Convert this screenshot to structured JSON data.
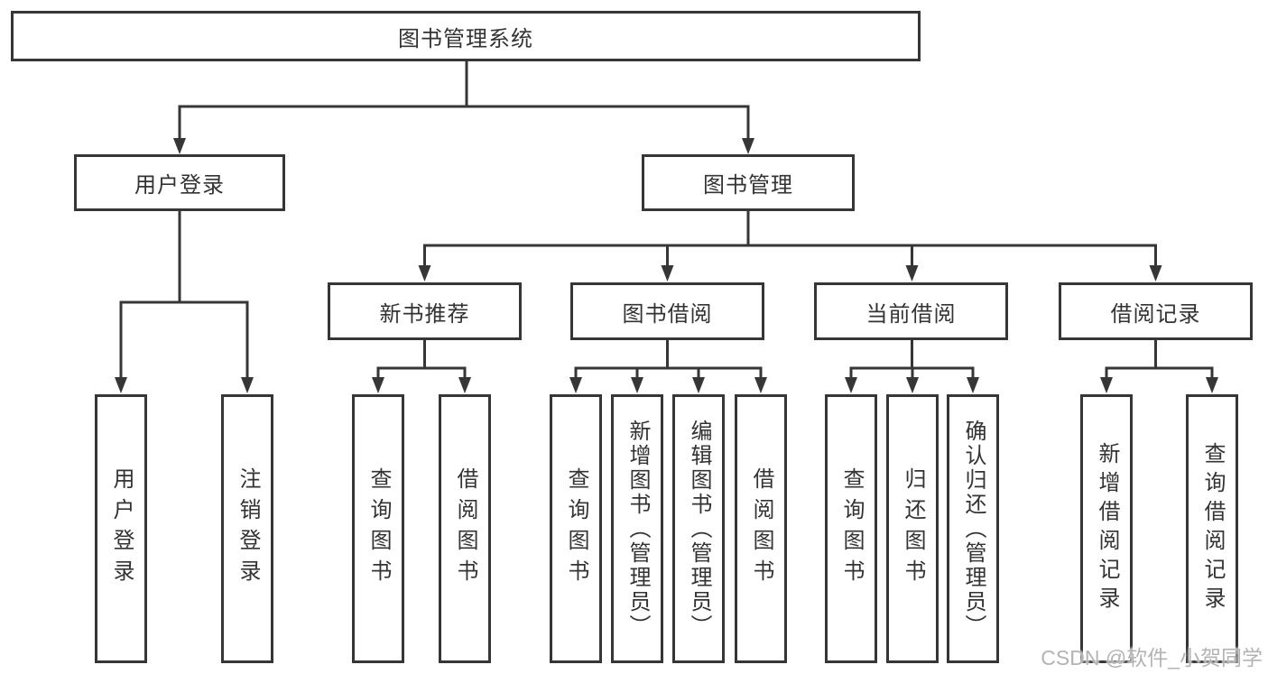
{
  "tree": {
    "root": "图书管理系统",
    "children": [
      {
        "label": "用户登录",
        "children": [
          "用户登录",
          "注销登录"
        ]
      },
      {
        "label": "图书管理",
        "children": [
          {
            "label": "新书推荐",
            "children": [
              "查询图书",
              "借阅图书"
            ]
          },
          {
            "label": "图书借阅",
            "children": [
              "查询图书",
              "新增图书（管理员）",
              "编辑图书（管理员）",
              "借阅图书"
            ]
          },
          {
            "label": "当前借阅",
            "children": [
              "查询图书",
              "归还图书",
              "确认归还（管理员）"
            ]
          },
          {
            "label": "借阅记录",
            "children": [
              "新增借阅记录",
              "查询借阅记录"
            ]
          }
        ]
      }
    ]
  },
  "watermark": {
    "text": "CSDN @软件_小贺同学"
  },
  "colors": {
    "line": "#363636",
    "box_border": "#363636",
    "text": "#333333",
    "background": "#ffffff",
    "watermark": "#b3b3b3"
  }
}
